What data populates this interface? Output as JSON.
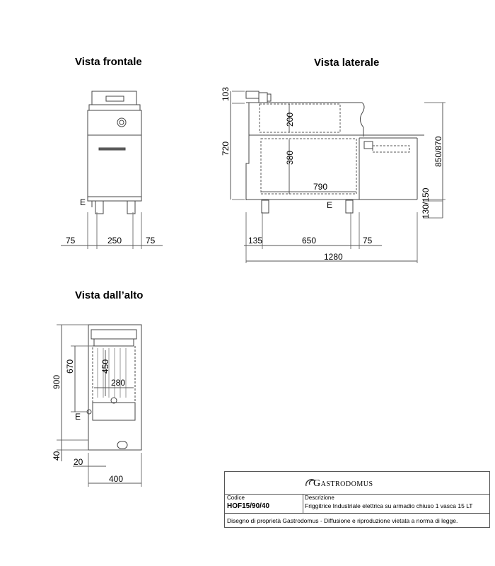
{
  "views": {
    "front": "Vista frontale",
    "side": "Vista laterale",
    "top": "Vista dall’alto"
  },
  "front_dims": {
    "left": "75",
    "width": "250",
    "right": "75",
    "electric": "E"
  },
  "side_dims": {
    "top_offset": "103",
    "lower_height": "720",
    "basket_depth": "200",
    "cabinet_height": "380",
    "inner_width": "790",
    "total_height": "850/870",
    "foot_range": "130/150",
    "rear_offset": "135",
    "foot_span": "650",
    "front_offset": "75",
    "total_depth": "1280",
    "electric": "E"
  },
  "top_dims": {
    "depth": "900",
    "basket_depth": "670",
    "basket_length": "450",
    "basket_width": "280",
    "electric": "E",
    "front_offset": "40",
    "side_offset": "20",
    "width": "400"
  },
  "title_block": {
    "brand": "Gastrodomus",
    "code_label": "Codice",
    "code_value": "HOF15/90/40",
    "desc_label": "Descrizione",
    "desc_value": "Friggitrice Industriale elettrica su armadio chiuso 1 vasca 15 LT",
    "footer": "Disegno di proprietà Gastrodomus - Diffusione e riproduzione vietata a norma di legge."
  }
}
